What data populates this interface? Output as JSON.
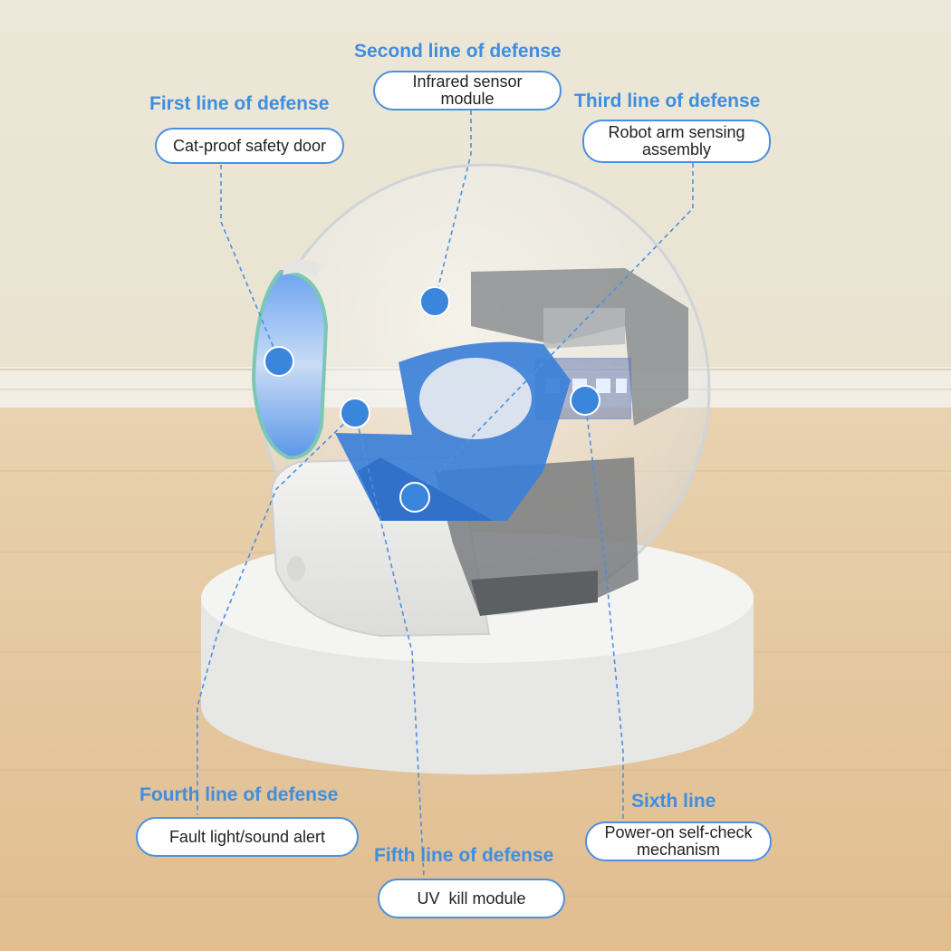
{
  "colors": {
    "accent": "#3f8ee0",
    "marker": "#3b86dd",
    "wall": "#ece6d6",
    "floor": "#e6c9a0"
  },
  "callouts": [
    {
      "title": "First line of defense",
      "label": "Cat-proof safety door"
    },
    {
      "title": "Second line of defense",
      "label": "Infrared sensor module"
    },
    {
      "title": "Third line of defense",
      "label_lines": [
        "Robot arm sensing",
        "assembly"
      ]
    },
    {
      "title": "Fourth line of defense",
      "label": "Fault light/sound alert"
    },
    {
      "title": "Fifth line of defense",
      "label": "UV  kill module"
    },
    {
      "title": "Sixth line",
      "label_lines": [
        "Power-on self-check",
        "mechanism"
      ]
    }
  ]
}
